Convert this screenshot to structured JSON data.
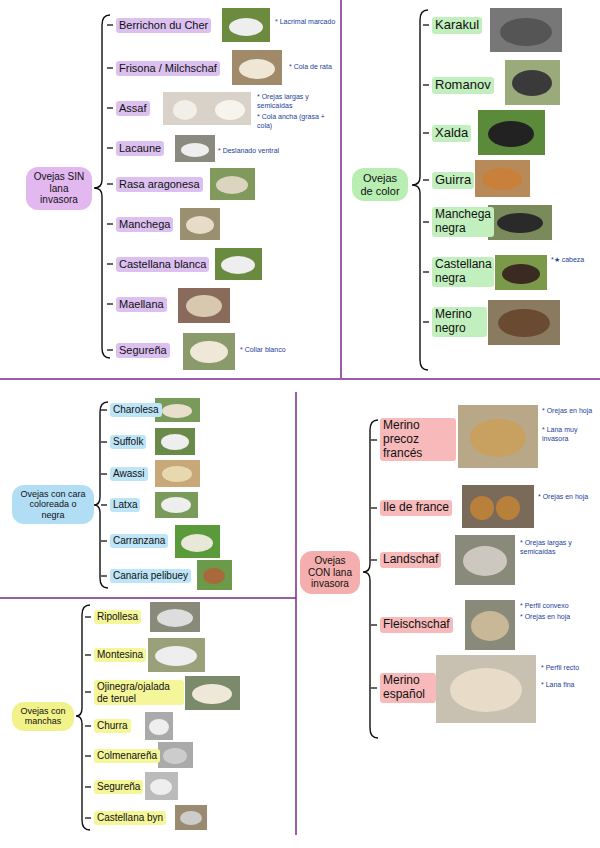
{
  "diagram": {
    "nodes": [
      {
        "text": [
          "Ovejas SIN lana invasora"
        ]
      },
      {
        "text": [
          "Berrichon du Cher"
        ]
      },
      {
        "text": [
          "Frisona / Milchschaf"
        ]
      },
      {
        "text": [
          "Assaf"
        ]
      },
      {
        "text": [
          "Lacaune"
        ]
      },
      {
        "text": [
          "Rasa aragonesa"
        ]
      },
      {
        "text": [
          "Manchega"
        ]
      },
      {
        "text": [
          "Castellana blanca"
        ]
      },
      {
        "text": [
          "Maellana"
        ]
      },
      {
        "text": [
          "Segureña"
        ]
      },
      {
        "text": [
          "Ovejas de color"
        ]
      },
      {
        "text": [
          "Karakul"
        ]
      },
      {
        "text": [
          "Romanov"
        ]
      },
      {
        "text": [
          "Xalda"
        ]
      },
      {
        "text": [
          "Guirra"
        ]
      },
      {
        "text": [
          "Manchega negra"
        ]
      },
      {
        "text": [
          "Castellana negra"
        ]
      },
      {
        "text": [
          "Merino negro"
        ]
      },
      {
        "text": [
          "Ovejas con cara coloreada o negra"
        ]
      },
      {
        "text": [
          "Charolesa"
        ]
      },
      {
        "text": [
          "Suffolk"
        ]
      },
      {
        "text": [
          "Awassi"
        ]
      },
      {
        "text": [
          "Latxa"
        ]
      },
      {
        "text": [
          "Carranzana"
        ]
      },
      {
        "text": [
          "Canaria pelibuey"
        ]
      },
      {
        "text": [
          "Ovejas con manchas"
        ]
      },
      {
        "text": [
          "Ripollesa"
        ]
      },
      {
        "text": [
          "Montesina"
        ]
      },
      {
        "text": [
          "Ojinegra/ojalada de teruel"
        ]
      },
      {
        "text": [
          "Churra"
        ]
      },
      {
        "text": [
          "Colmenareña"
        ]
      },
      {
        "text": [
          "Segureña"
        ]
      },
      {
        "text": [
          "Castellana byn"
        ]
      },
      {
        "text": [
          "Ovejas CON lana invasora"
        ]
      },
      {
        "text": [
          "Merino precoz francés"
        ]
      },
      {
        "text": [
          "Ile de france"
        ]
      },
      {
        "text": [
          "Landschaf"
        ]
      },
      {
        "text": [
          "Fleischschaf"
        ]
      },
      {
        "text": [
          "Merino español"
        ]
      }
    ],
    "labels": [
      "* Lacrimal marcado",
      "* Cola de rata",
      "* Orejas largas y semicaídas",
      "* Cola ancha (grasa + cola)",
      "* Deslanado ventral",
      "* Collar blanco",
      "*★ cabeza",
      "* Orejas en hoja",
      "* Lana muy invasora",
      "* Orejas en hoja",
      "* Orejas largas y semicaídas",
      "* Perfil convexo",
      "* Orejas en hoja",
      "* Perfil recto",
      "* Lana fina"
    ]
  }
}
